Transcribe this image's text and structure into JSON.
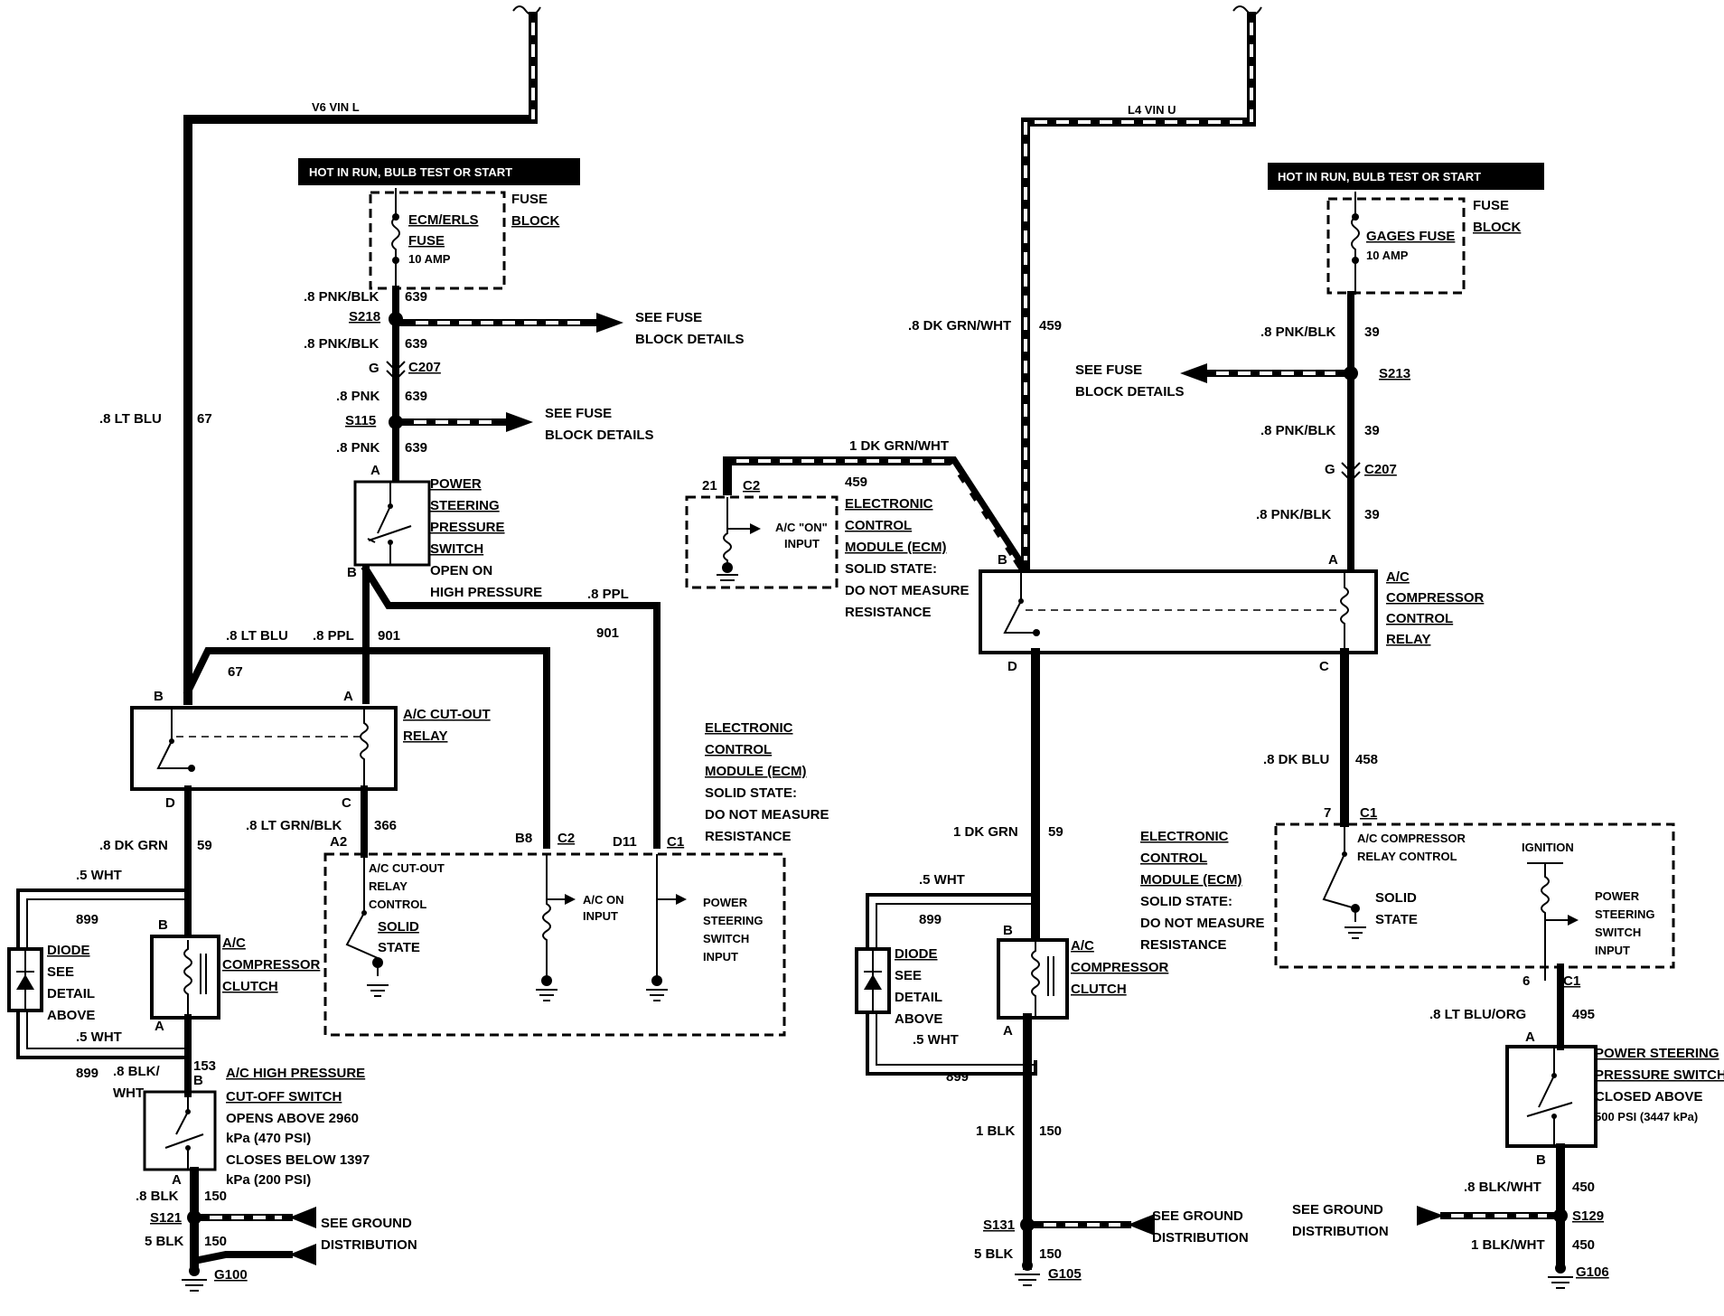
{
  "left": {
    "feed": "V6 VIN L",
    "hot": "HOT IN RUN, BULB TEST OR START",
    "fuse_name1": "ECM/ERLS",
    "fuse_name2": "FUSE",
    "fuse_amp": "10 AMP",
    "fuse_block1": "FUSE",
    "fuse_block2": "BLOCK",
    "w_pnkblk": ".8 PNK/BLK",
    "c639": "639",
    "s218": "S218",
    "see_fuse1": "SEE FUSE",
    "see_fuse2": "BLOCK DETAILS",
    "g": "G",
    "c207": "C207",
    "w_pnk": ".8 PNK",
    "s115": "S115",
    "w_ltblu": ".8 LT BLU",
    "c67": "67",
    "pin_a": "A",
    "pin_b": "B",
    "pin_c": "C",
    "pin_d": "D",
    "ps1": "POWER",
    "ps2": "STEERING",
    "ps3": "PRESSURE",
    "ps4": "SWITCH",
    "ps5": "OPEN ON",
    "ps6": "HIGH PRESSURE",
    "w_ppl": ".8 PPL",
    "c901": "901",
    "cut1": "A/C CUT-OUT",
    "cut2": "RELAY",
    "w_dkgrn": ".8 DK GRN",
    "c59": "59",
    "w_ltgrnblk": ".8 LT GRN/BLK",
    "c366": "366",
    "a2": "A2",
    "b8": "B8",
    "c2": "C2",
    "d11": "D11",
    "c1": "C1",
    "ecm1": "ELECTRONIC",
    "ecm2": "CONTROL",
    "ecm3": "MODULE (ECM)",
    "ecm4": "SOLID STATE:",
    "ecm5": "DO NOT MEASURE",
    "ecm6": "RESISTANCE",
    "in_cut1": "A/C CUT-OUT",
    "in_cut2": "RELAY",
    "in_cut3": "CONTROL",
    "solid": "SOLID",
    "state": "STATE",
    "acon1": "A/C ON",
    "acon2": "INPUT",
    "psin1": "POWER",
    "psin2": "STEERING",
    "psin3": "SWITCH",
    "psin4": "INPUT",
    "w_5wht": ".5 WHT",
    "c899": "899",
    "diode1": "DIODE",
    "diode2": "SEE",
    "diode3": "DETAIL",
    "diode4": "ABOVE",
    "clutch1": "A/C",
    "clutch2": "COMPRESSOR",
    "clutch3": "CLUTCH",
    "w_blkwht1": ".8 BLK/",
    "w_blkwht2": "WHT",
    "c153": "153",
    "hp1": "A/C HIGH PRESSURE",
    "hp2": "CUT-OFF SWITCH",
    "hp3": "OPENS ABOVE 2960",
    "hp4": "kPa (470 PSI)",
    "hp5": "CLOSES BELOW 1397",
    "hp6": "kPa (200 PSI)",
    "w_8blk": ".8 BLK",
    "c150": "150",
    "s121": "S121",
    "see_gnd1": "SEE GROUND",
    "see_gnd2": "DISTRIBUTION",
    "w_5blk": "5 BLK",
    "g100": "G100"
  },
  "right": {
    "feed": "L4 VIN U",
    "hot": "HOT IN RUN, BULB TEST OR START",
    "fuse_name": "GAGES FUSE",
    "fuse_amp": "10 AMP",
    "fuse_block1": "FUSE",
    "fuse_block2": "BLOCK",
    "w_dkgrnwht": ".8 DK GRN/WHT",
    "c459": "459",
    "w_pnkblk": ".8 PNK/BLK",
    "c39": "39",
    "see_fuse1": "SEE FUSE",
    "see_fuse2": "BLOCK DETAILS",
    "s213": "S213",
    "g": "G",
    "c207": "C207",
    "w_1dkgrnwht": "1 DK GRN/WHT",
    "p21": "21",
    "c2": "C2",
    "acon1": "A/C \"ON\"",
    "acon2": "INPUT",
    "ecm1": "ELECTRONIC",
    "ecm2": "CONTROL",
    "ecm3": "MODULE (ECM)",
    "ecm4": "SOLID STATE:",
    "ecm5": "DO NOT MEASURE",
    "ecm6": "RESISTANCE",
    "pin_a": "A",
    "pin_b": "B",
    "pin_c": "C",
    "pin_d": "D",
    "relay1": "A/C",
    "relay2": "COMPRESSOR",
    "relay3": "CONTROL",
    "relay4": "RELAY",
    "w_dkblu": ".8 DK BLU",
    "c458": "458",
    "p7": "7",
    "c1": "C1",
    "w_1dkgrn": "1 DK GRN",
    "c59": "59",
    "ecm_b1": "ELECTRONIC",
    "ecm_b2": "CONTROL",
    "ecm_b3": "MODULE (ECM)",
    "ecm_b4": "SOLID STATE:",
    "ecm_b5": "DO NOT MEASURE",
    "ecm_b6": "RESISTANCE",
    "rc1": "A/C COMPRESSOR",
    "rc2": "RELAY CONTROL",
    "ign": "IGNITION",
    "solid": "SOLID",
    "state": "STATE",
    "psin1": "POWER",
    "psin2": "STEERING",
    "psin3": "SWITCH",
    "psin4": "INPUT",
    "w_5wht": ".5 WHT",
    "c899": "899",
    "diode1": "DIODE",
    "diode2": "SEE",
    "diode3": "DETAIL",
    "diode4": "ABOVE",
    "clutch1": "A/C",
    "clutch2": "COMPRESSOR",
    "clutch3": "CLUTCH",
    "p6": "6",
    "w_ltbluorg": ".8 LT BLU/ORG",
    "c495": "495",
    "psw1": "POWER STEERING",
    "psw2": "PRESSURE SWITCH",
    "psw3": "CLOSED ABOVE",
    "psw4": "500 PSI (3447 kPa)",
    "w_1blk": "1 BLK",
    "c150": "150",
    "w_blkwht": ".8 BLK/WHT",
    "c450": "450",
    "s131": "S131",
    "see_gnd1": "SEE GROUND",
    "see_gnd2": "DISTRIBUTION",
    "s129": "S129",
    "w_5blk": "5 BLK",
    "w_1blkwht": "1 BLK/WHT",
    "g105": "G105",
    "g106": "G106"
  }
}
